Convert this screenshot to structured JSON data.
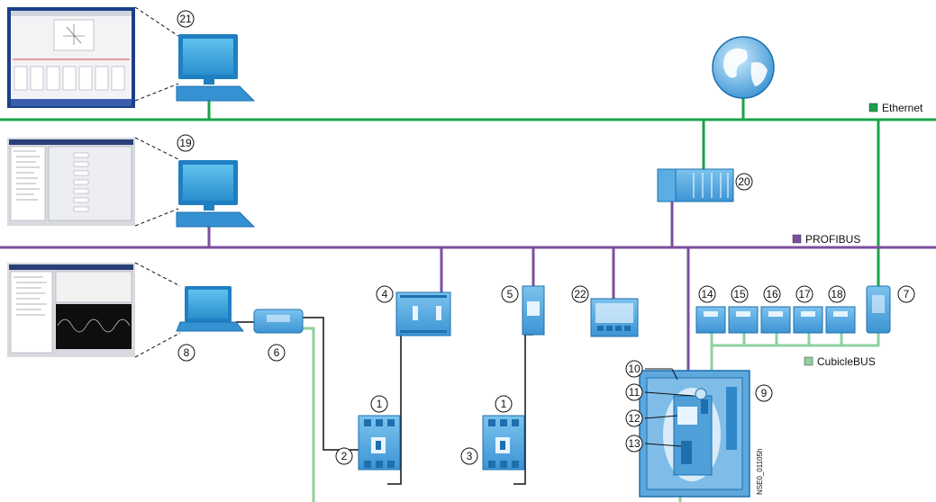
{
  "legend": {
    "ethernet": {
      "label": "Ethernet",
      "color": "#1aa34a"
    },
    "profibus": {
      "label": "PROFIBUS",
      "color": "#7b4f9d"
    },
    "cubiclebus": {
      "label": "CubicleBUS",
      "color": "#8fd19e"
    }
  },
  "drawing_code": "NSE0_01105h",
  "device_numbers": [
    "1",
    "2",
    "3",
    "4",
    "5",
    "6",
    "7",
    "8",
    "9",
    "10",
    "11",
    "12",
    "13",
    "14",
    "15",
    "16",
    "17",
    "18",
    "19",
    "20",
    "21",
    "22"
  ],
  "icons": [
    "monitor-icon",
    "laptop-icon",
    "globe-icon",
    "plc-icon",
    "breaker-icon",
    "module-icon",
    "panel-icon",
    "switchboard-icon"
  ]
}
